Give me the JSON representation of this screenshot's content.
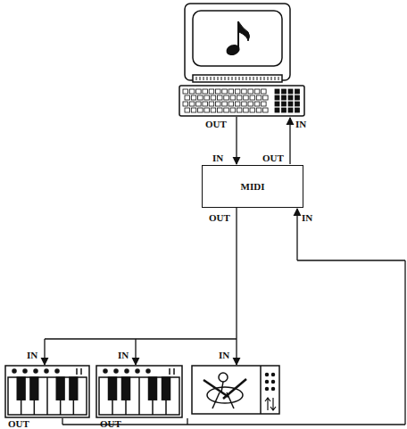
{
  "diagram": {
    "nodes": [
      {
        "text": [
          "MIDI"
        ]
      }
    ],
    "labels": [
      "OUT",
      "IN",
      "IN",
      "OUT",
      "OUT",
      "IN",
      "IN",
      "IN",
      "IN",
      "OUT",
      "OUT"
    ]
  }
}
